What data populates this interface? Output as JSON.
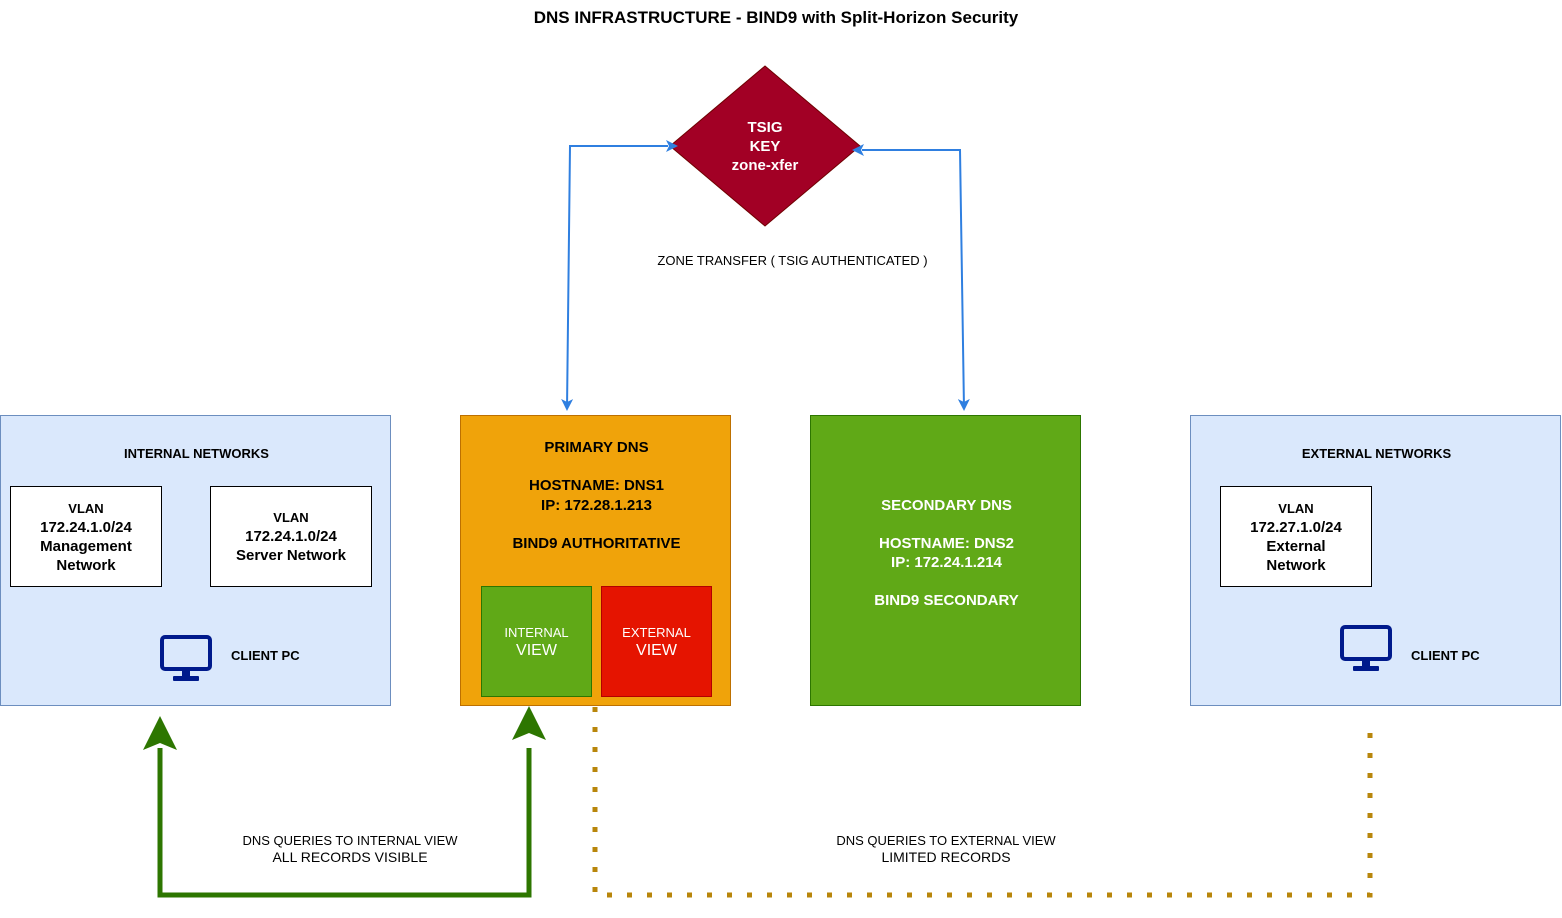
{
  "title": "DNS INFRASTRUCTURE - BIND9 with Split-Horizon Security",
  "tsig": {
    "line1": "TSIG",
    "line2": "KEY",
    "line3": "zone-xfer",
    "color": "#a20025"
  },
  "zone_transfer_label": "ZONE TRANSFER ( TSIG AUTHENTICATED )",
  "internal_networks": {
    "title": "INTERNAL NETWORKS",
    "vlan_mgmt": {
      "line1": "VLAN",
      "line2": "172.24.1.0/24",
      "line3": "Management",
      "line4": "Network"
    },
    "vlan_server": {
      "line1": "VLAN",
      "line2": "172.24.1.0/24",
      "line3": "Server Network"
    },
    "client_label": "CLIENT PC",
    "client_icon": "monitor-icon"
  },
  "primary_dns": {
    "title": "PRIMARY DNS",
    "hostname": "HOSTNAME: DNS1",
    "ip": "IP: 172.28.1.213",
    "role": "BIND9 AUTHORITATIVE",
    "internal_view": {
      "line1": "INTERNAL",
      "line2": "VIEW"
    },
    "external_view": {
      "line1": "EXTERNAL",
      "line2": "VIEW"
    }
  },
  "secondary_dns": {
    "title": "SECONDARY DNS",
    "hostname": "HOSTNAME: DNS2",
    "ip": "IP: 172.24.1.214",
    "role": "BIND9 SECONDARY"
  },
  "external_networks": {
    "title": "EXTERNAL NETWORKS",
    "vlan_ext": {
      "line1": "VLAN",
      "line2": "172.27.1.0/24",
      "line3": "External",
      "line4": "Network"
    },
    "client_label": "CLIENT PC",
    "client_icon": "monitor-icon"
  },
  "internal_queries": {
    "line1": "DNS QUERIES TO INTERNAL VIEW",
    "line2": "ALL RECORDS VISIBLE"
  },
  "external_queries": {
    "line1": "DNS QUERIES TO EXTERNAL VIEW",
    "line2": "LIMITED RECORDS"
  },
  "colors": {
    "panel_fill": "#dae8fc",
    "panel_stroke": "#6c8ebf",
    "primary_fill": "#f0a30a",
    "secondary_fill": "#60a917",
    "internal_view_fill": "#60a917",
    "external_view_fill": "#e51400",
    "transfer_arrow": "#2f7fe0",
    "internal_arrow": "#2d7600",
    "external_dotted": "#b8860b",
    "monitor": "#001a8c"
  }
}
